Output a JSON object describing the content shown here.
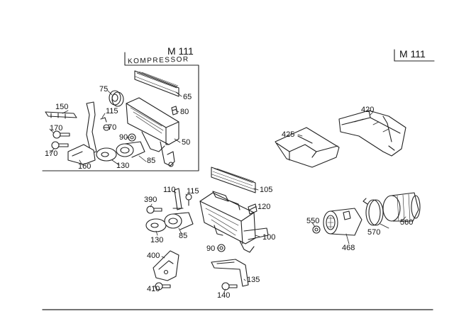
{
  "diagram": {
    "model_labels": [
      "M 111",
      "M 111"
    ],
    "variant_label": "KOMPRESSOR",
    "callouts": [
      "150",
      "75",
      "65",
      "115",
      "80",
      "70",
      "90",
      "170",
      "50",
      "170",
      "160",
      "130",
      "85",
      "420",
      "425",
      "110",
      "115",
      "105",
      "390",
      "120",
      "85",
      "100",
      "130",
      "550",
      "570",
      "560",
      "90",
      "468",
      "400",
      "135",
      "410",
      "140"
    ]
  }
}
